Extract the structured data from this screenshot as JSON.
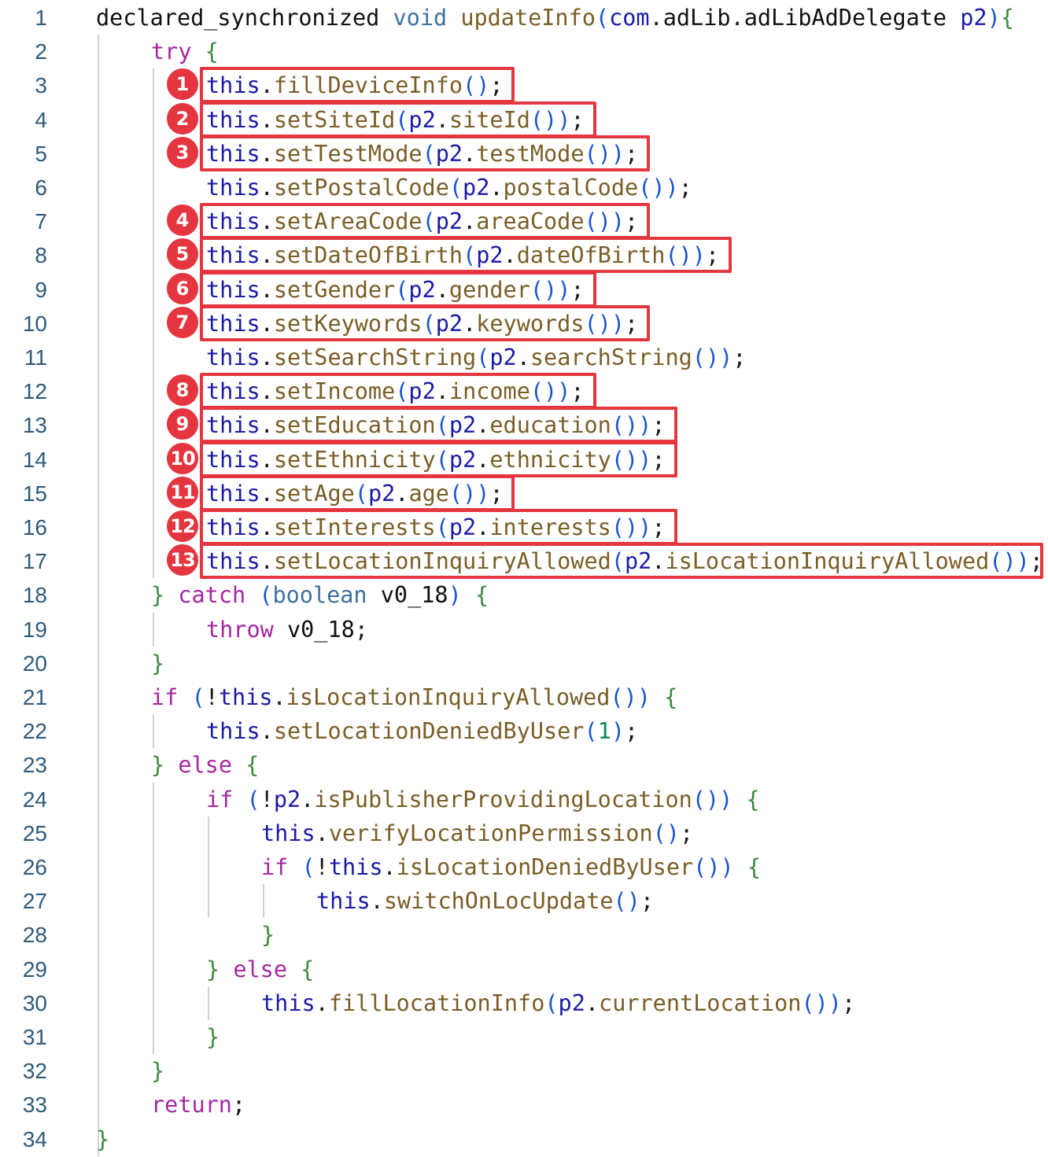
{
  "lines": [
    {
      "n": "1",
      "code": "declared_synchronized void updateInfo(com.adLib.adLibAdDelegate p2){"
    },
    {
      "n": "2",
      "code": "try {"
    },
    {
      "n": "3",
      "code": "this.fillDeviceInfo();"
    },
    {
      "n": "4",
      "code": "this.setSiteId(p2.siteId());"
    },
    {
      "n": "5",
      "code": "this.setTestMode(p2.testMode());"
    },
    {
      "n": "6",
      "code": "this.setPostalCode(p2.postalCode());"
    },
    {
      "n": "7",
      "code": "this.setAreaCode(p2.areaCode());"
    },
    {
      "n": "8",
      "code": "this.setDateOfBirth(p2.dateOfBirth());"
    },
    {
      "n": "9",
      "code": "this.setGender(p2.gender());"
    },
    {
      "n": "10",
      "code": "this.setKeywords(p2.keywords());"
    },
    {
      "n": "11",
      "code": "this.setSearchString(p2.searchString());"
    },
    {
      "n": "12",
      "code": "this.setIncome(p2.income());"
    },
    {
      "n": "13",
      "code": "this.setEducation(p2.education());"
    },
    {
      "n": "14",
      "code": "this.setEthnicity(p2.ethnicity());"
    },
    {
      "n": "15",
      "code": "this.setAge(p2.age());"
    },
    {
      "n": "16",
      "code": "this.setInterests(p2.interests());"
    },
    {
      "n": "17",
      "code": "this.setLocationInquiryAllowed(p2.isLocationInquiryAllowed());"
    },
    {
      "n": "18",
      "code": "} catch (boolean v0_18) {"
    },
    {
      "n": "19",
      "code": "throw v0_18;"
    },
    {
      "n": "20",
      "code": "}"
    },
    {
      "n": "21",
      "code": "if (!this.isLocationInquiryAllowed()) {"
    },
    {
      "n": "22",
      "code": "this.setLocationDeniedByUser(1);"
    },
    {
      "n": "23",
      "code": "} else {"
    },
    {
      "n": "24",
      "code": "if (!p2.isPublisherProvidingLocation()) {"
    },
    {
      "n": "25",
      "code": "this.verifyLocationPermission();"
    },
    {
      "n": "26",
      "code": "if (!this.isLocationDeniedByUser()) {"
    },
    {
      "n": "27",
      "code": "this.switchOnLocUpdate();"
    },
    {
      "n": "28",
      "code": "}"
    },
    {
      "n": "29",
      "code": "} else {"
    },
    {
      "n": "30",
      "code": "this.fillLocationInfo(p2.currentLocation());"
    },
    {
      "n": "31",
      "code": "}"
    },
    {
      "n": "32",
      "code": "}"
    },
    {
      "n": "33",
      "code": "return;"
    },
    {
      "n": "34",
      "code": "}"
    }
  ],
  "annotations": [
    "1",
    "2",
    "3",
    "4",
    "5",
    "6",
    "7",
    "8",
    "9",
    "10",
    "11",
    "12",
    "13"
  ],
  "colors": {
    "highlight": "#e5353f",
    "badge_text": "#ffffff"
  }
}
